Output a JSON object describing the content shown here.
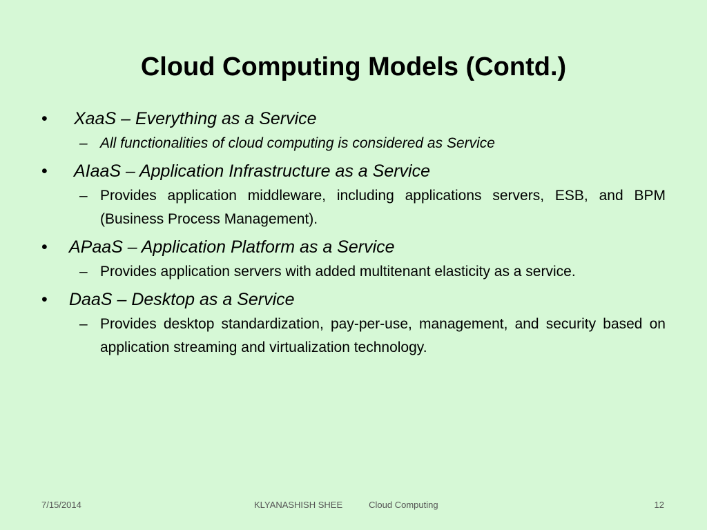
{
  "slide": {
    "title": "Cloud Computing Models (Contd.)",
    "bullet_symbol": "•",
    "dash_symbol": "–",
    "items": [
      {
        "heading": "XaaS – Everything as a Service",
        "detail": "All functionalities of cloud computing is considered as Service"
      },
      {
        "heading": "AIaaS – Application Infrastructure as a Service",
        "detail": "Provides application middleware, including applications servers, ESB, and BPM (Business Process Management)."
      },
      {
        "heading": "APaaS – Application Platform as a Service",
        "detail": "Provides application servers with added multitenant elasticity as a service."
      },
      {
        "heading": "DaaS – Desktop as a Service",
        "detail": "Provides desktop standardization, pay-per-use, management, and security based on application streaming and virtualization technology."
      }
    ]
  },
  "footer": {
    "date": "7/15/2014",
    "author": "KLYANASHISH SHEE",
    "subject": "Cloud Computing",
    "page_number": "12"
  },
  "colors": {
    "background": "#d6f8d6",
    "text": "#000000",
    "footer_text": "#555555"
  }
}
